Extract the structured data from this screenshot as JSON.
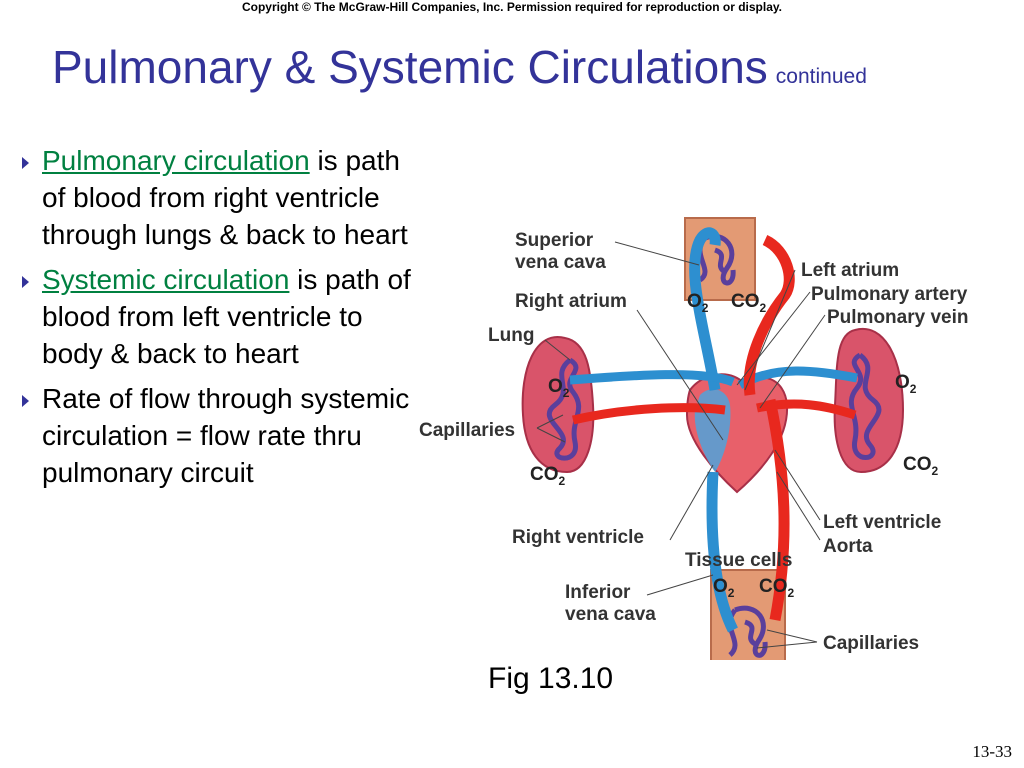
{
  "copyright": "Copyright © The McGraw-Hill Companies, Inc. Permission required for reproduction or display.",
  "title": {
    "main": "Pulmonary & Systemic Circulations",
    "sub": "continued"
  },
  "bullets": [
    {
      "term": "Pulmonary circulation",
      "text": " is path of blood from right ventricle through lungs & back to heart"
    },
    {
      "term": "Systemic circulation",
      "text": " is path of blood from left ventricle to body & back to heart"
    },
    {
      "term": "",
      "text": "Rate of flow through systemic circulation = flow rate thru pulmonary circuit"
    }
  ],
  "diagram": {
    "labels": {
      "superior_vena_cava_1": "Superior",
      "superior_vena_cava_2": "vena cava",
      "right_atrium": "Right atrium",
      "lung": "Lung",
      "capillaries_lung": "Capillaries",
      "right_ventricle": "Right ventricle",
      "inferior_vena_cava_1": "Inferior",
      "inferior_vena_cava_2": "vena cava",
      "tissue_cells": "Tissue cells",
      "capillaries_tissue": "Capillaries",
      "left_atrium": "Left atrium",
      "pulmonary_artery": "Pulmonary artery",
      "pulmonary_vein": "Pulmonary vein",
      "left_ventricle": "Left ventricle",
      "aorta": "Aorta"
    },
    "gas": {
      "o2": "O",
      "co2": "CO",
      "sub": "2"
    },
    "colors": {
      "vein": "#2d8fd0",
      "artery": "#e8281e",
      "tissue": "#e39a74",
      "lung": "#d9546a",
      "capillary": "#5a3f9c"
    }
  },
  "figure_caption": "Fig 13.10",
  "page_number": "13-33"
}
